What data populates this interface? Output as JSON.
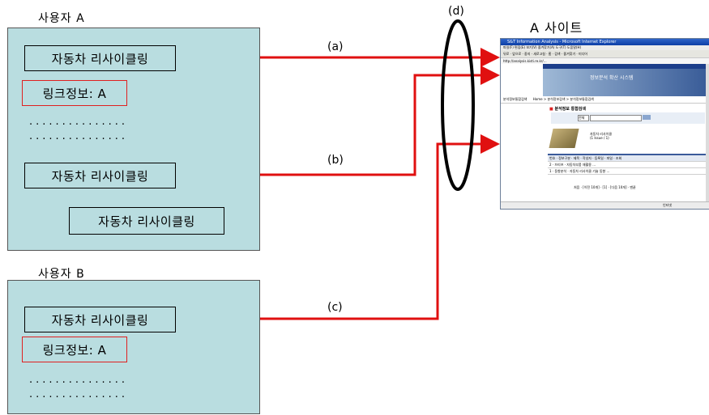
{
  "user_a": {
    "title": "사용자 A",
    "item1": "자동차 리사이클링",
    "link_info": "링크정보: A",
    "dots1": "...............",
    "dots2": "...............",
    "item2": "자동차 리사이클링",
    "item3": "자동차 리사이클링"
  },
  "user_b": {
    "title": "사용자 B",
    "item1": "자동차 리사이클링",
    "link_info": "링크정보: A",
    "dots1": "...............",
    "dots2": "..............."
  },
  "edges": {
    "a": "(a)",
    "b": "(b)",
    "c": "(c)",
    "d": "(d)"
  },
  "site": {
    "title": "A 사이트",
    "browser": {
      "window_title": "S&T Information Analysis - Microsoft Internet Explorer",
      "menu": "파일(F)  편집(E)  보기(V)  즐겨찾기(A)  도구(T)  도움말(H)",
      "toolbar": "뒤로 · 앞으로 · 중지 · 새로고침 · 홈 · 검색 · 즐겨찾기 · 미디어",
      "address": "http://analysis.kisti.re.kr/...",
      "banner": "정보분석 확산 시스템",
      "nav": "Home > 분석정보검색 > 분석정보통합검색",
      "side_label": "분석정보통합검색",
      "section_title": "분석정보 통합검색",
      "select": "전체",
      "book_line1": "자동차 리사이클",
      "book_line2": "(1 Issue / 1)",
      "table_header": "번호 · 정보구분 · 제목 · 작성자 · 등록일 · 파일 · 조회",
      "row1": "2 · 브리프 · 자동차부품 재활용 ...",
      "row2": "1 · 동향분석 · 자동차 리사이클 기술 동향 ...",
      "pager": "처음 · [이전 10개] · [1] · [다음 10개] · 맨끝",
      "status": "인터넷"
    }
  }
}
